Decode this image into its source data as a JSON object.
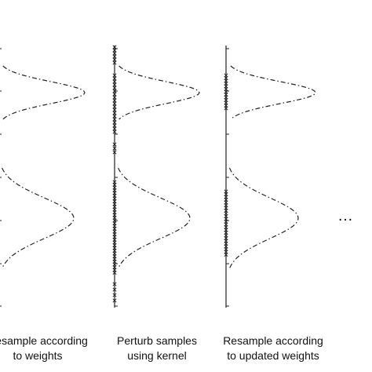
{
  "panels": [
    {
      "caption_line1": "Resample according",
      "caption_line2": "to weights"
    },
    {
      "caption_line1": "Perturb samples",
      "caption_line2": "using kernel"
    },
    {
      "caption_line1": "Resample according",
      "caption_line2": "to updated weights"
    }
  ],
  "continuation": "…",
  "colors": {
    "ink": "#222222",
    "background": "#ffffff"
  },
  "icons": {
    "sample_marker": "cross-x-marker",
    "distribution_curve": "dash-dot-gaussian"
  }
}
